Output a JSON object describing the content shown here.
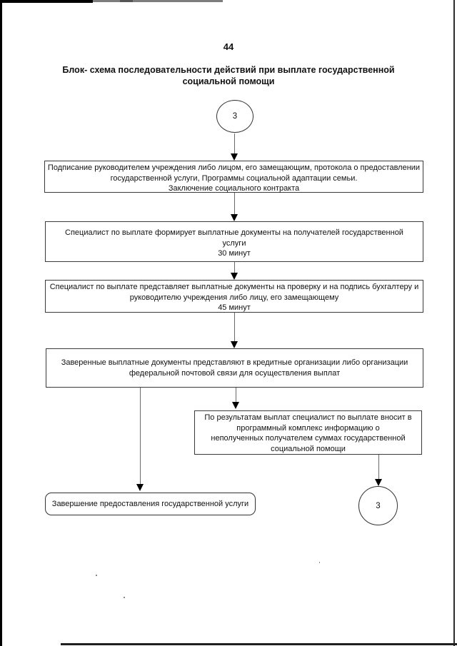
{
  "page": {
    "number": "44",
    "title_line1": "Блок- схема последовательности действий при выплате государственной",
    "title_line2": "социальной помощи"
  },
  "flowchart": {
    "entry_connector_label": "3",
    "exit_connector_label": "3",
    "boxes": [
      {
        "name": "sign-protocol",
        "lines": [
          "Подписание руководителем учреждения либо лицом, его замещающим, протокола о предоставлении",
          "государственной услуги, Программы социальной адаптации семьи.",
          "Заключение социального контракта"
        ]
      },
      {
        "name": "form-payment-documents",
        "lines": [
          "Специалист по выплате формирует выплатные документы на получателей государственной",
          "услуги",
          "30 минут"
        ]
      },
      {
        "name": "submit-for-check-and-signature",
        "lines": [
          "Специалист по выплате представляет выплатные документы на проверку и на подпись бухгалтеру  и",
          "руководителю учреждения либо лицу, его замещающему",
          "45 минут"
        ]
      },
      {
        "name": "deliver-to-credit-or-postal",
        "lines": [
          "Заверенные выплатные документы представляют в кредитные организации либо организации",
          "федеральной почтовой связи для осуществления выплат"
        ]
      },
      {
        "name": "enter-unreceived-sums",
        "lines": [
          "По результатам выплат специалист по выплате вносит в",
          "программный комплекс информацию о",
          "неполученных получателем суммах государственной",
          "социальной помощи"
        ]
      },
      {
        "name": "service-completed",
        "lines": [
          "Завершение предоставления государственной услуги"
        ]
      }
    ]
  }
}
